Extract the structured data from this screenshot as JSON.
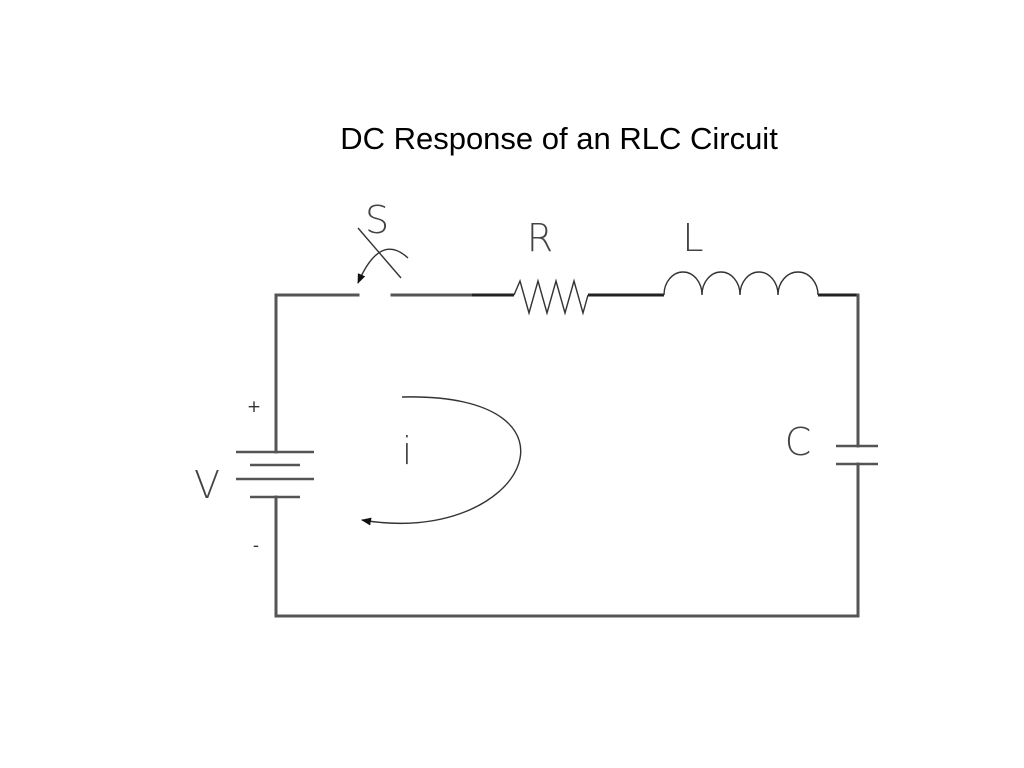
{
  "title": "DC Response of an RLC Circuit",
  "labels": {
    "switch": "S",
    "resistor": "R",
    "inductor": "L",
    "capacitor": "C",
    "source": "V",
    "current": "i",
    "plus": "+",
    "minus": "-"
  }
}
